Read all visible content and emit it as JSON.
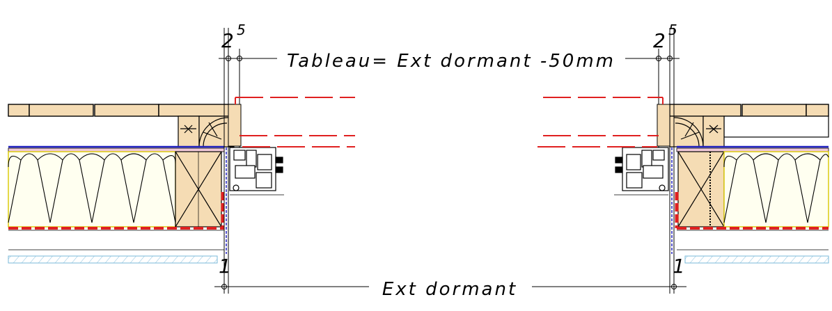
{
  "dimensions": {
    "top_label": "Tableau= Ext dormant -50mm",
    "bottom_label": "Ext dormant",
    "left_top_marker": "2",
    "left_top_exponent": "5",
    "right_top_marker": "2",
    "right_top_exponent": "5",
    "left_bottom_marker": "1",
    "right_bottom_marker": "1"
  },
  "colors": {
    "line": "#000000",
    "wood_fill": "#f5dcb4",
    "insulation_fill": "#fffff0",
    "membrane_red": "#e02020",
    "membrane_blue": "#2020c0",
    "sheathing_pink": "#f0c8d8",
    "glass_hatch": "#7ab8d8",
    "outline_yellow": "#d8c800"
  }
}
